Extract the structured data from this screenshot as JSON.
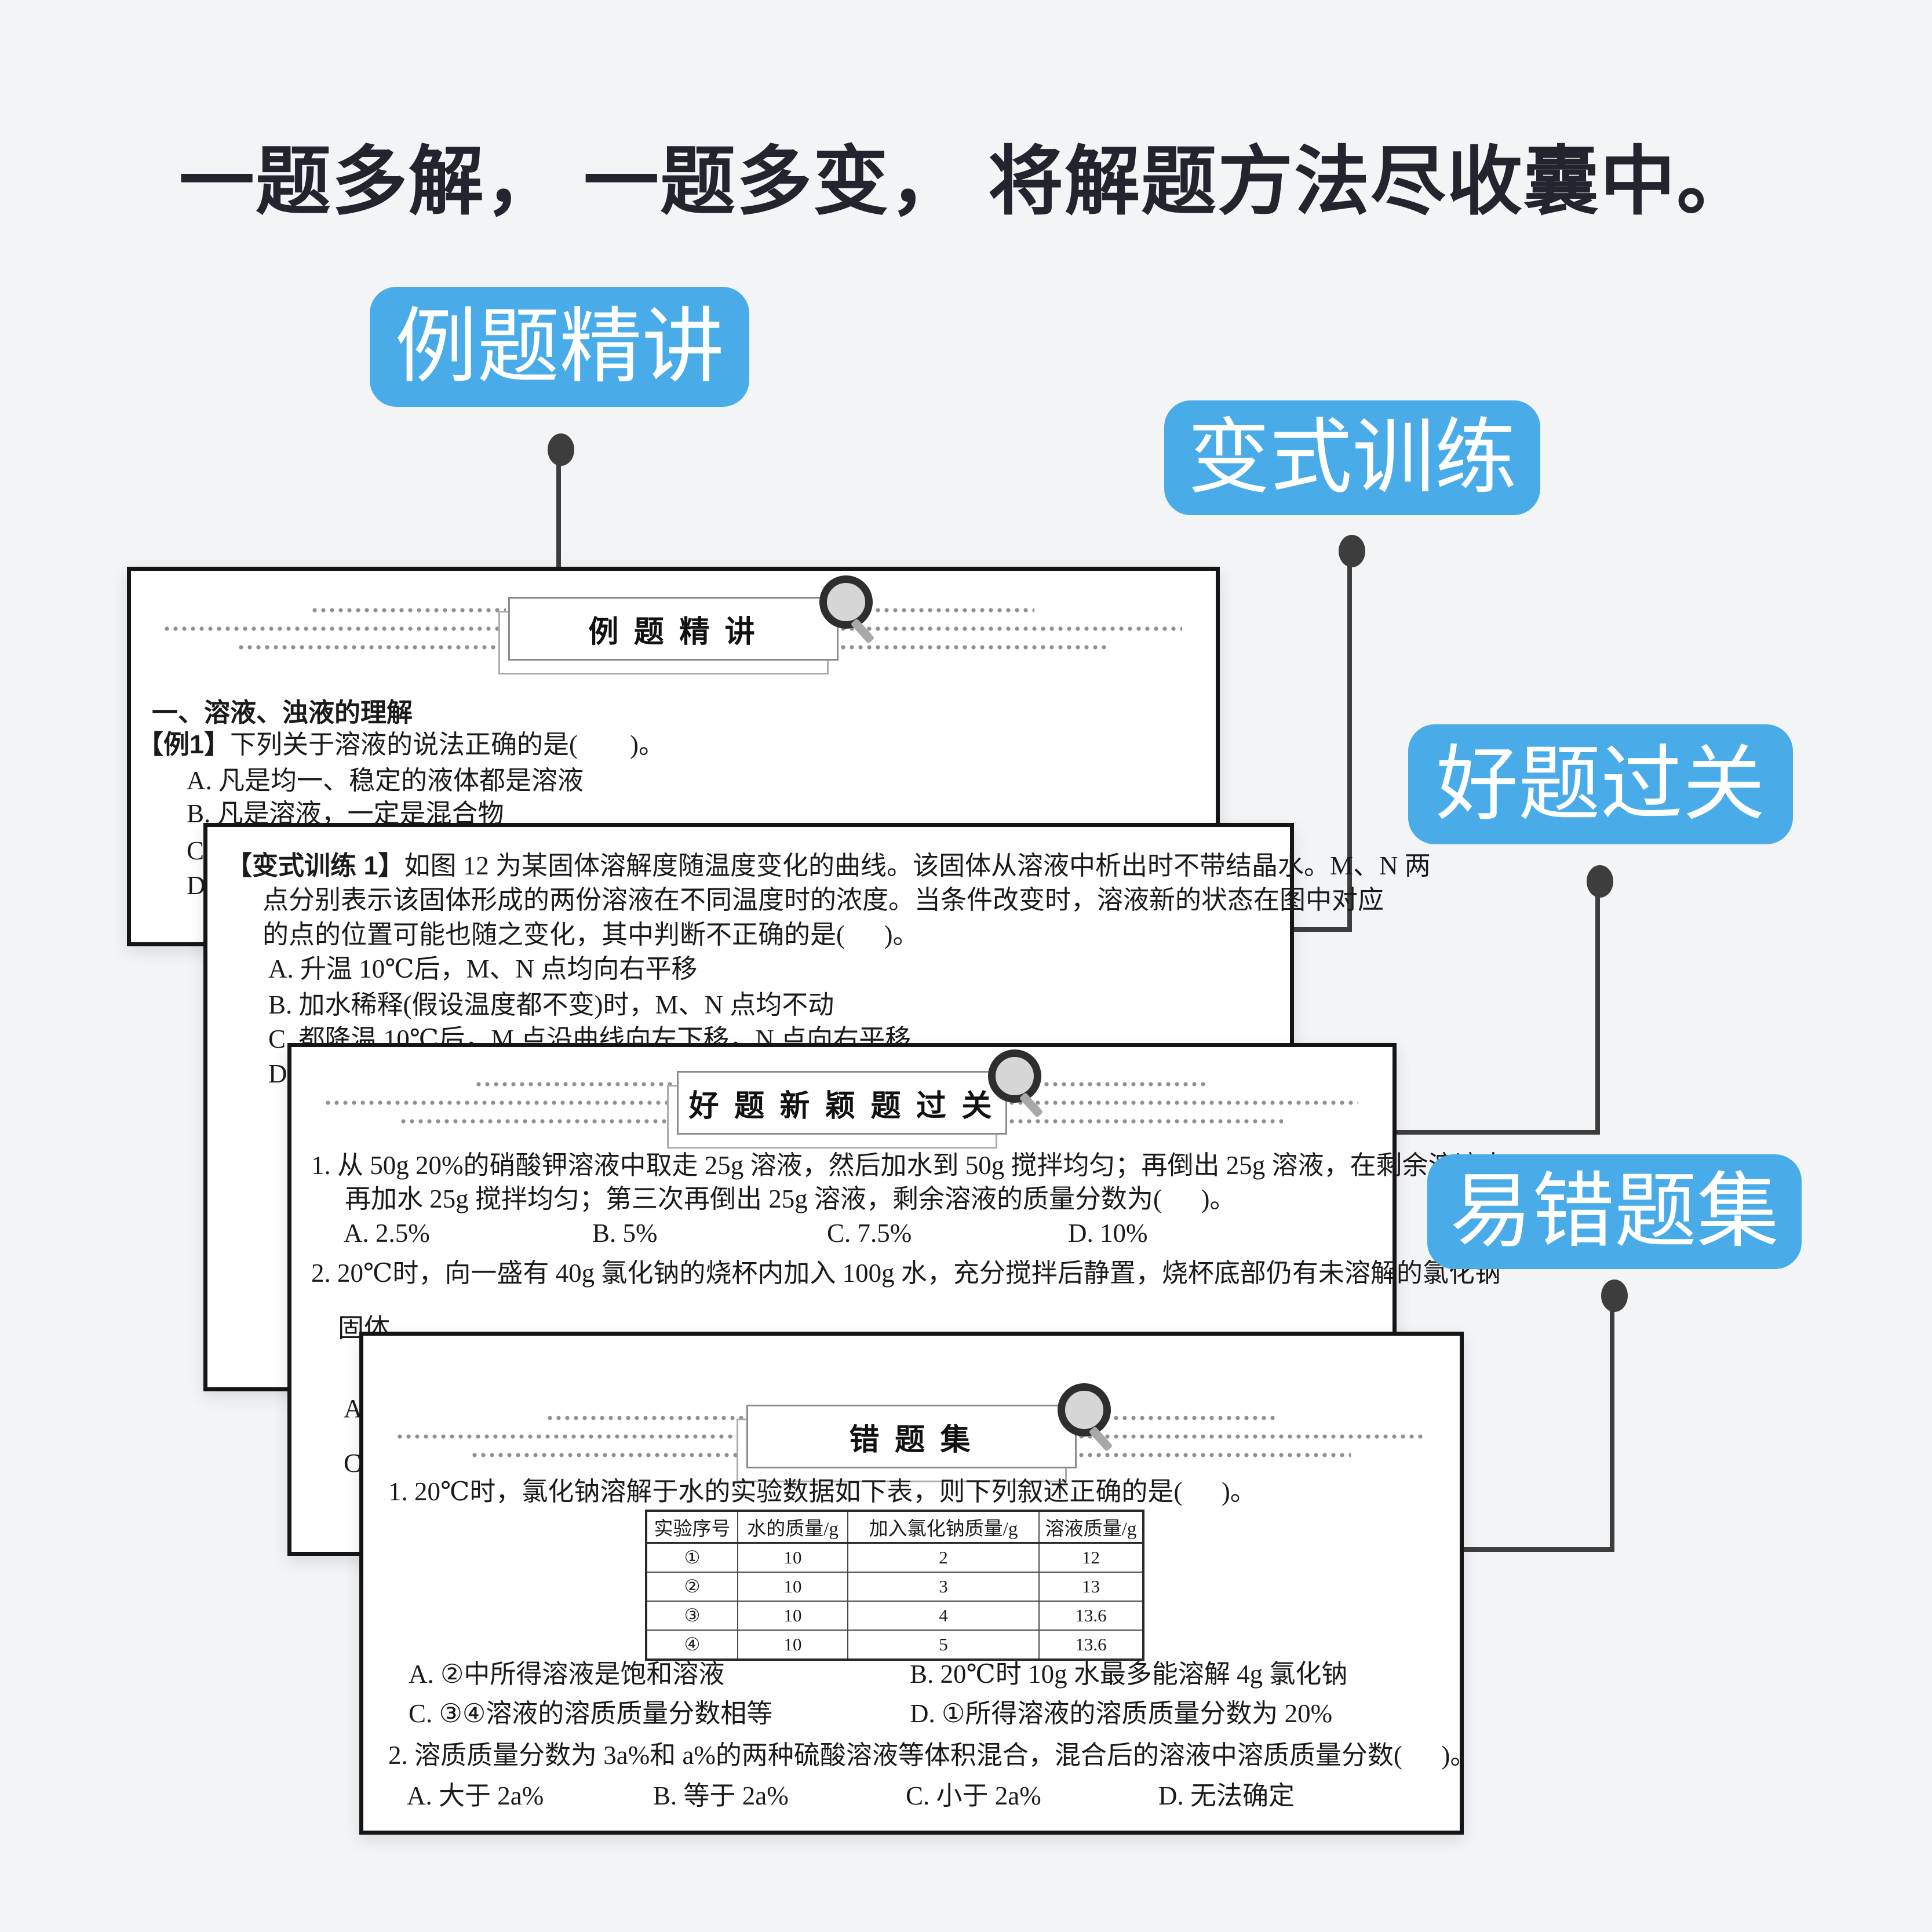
{
  "page": {
    "title": "一题多解， 一题多变， 将解题方法尽收囊中。"
  },
  "colors": {
    "background": "#f2f4f6",
    "accent_blue": "#49ace9",
    "connector_dark": "#3d3d3d",
    "card_border": "#151515",
    "text": "#1a1a1a"
  },
  "labels": {
    "l1": "例题精讲",
    "l2": "变式训练",
    "l3": "好题过关",
    "l4": "易错题集"
  },
  "card1": {
    "header_title": "例 题 精 讲",
    "section_heading": "一、溶液、浊液的理解",
    "q1_prefix": "【例1】",
    "q1_text": "下列关于溶液的说法正确的是(        )。",
    "opt_a": "A. 凡是均一、稳定的液体都是溶液",
    "opt_b": "B. 凡是溶液，一定是混合物",
    "opt_c": "C.",
    "opt_d": "D."
  },
  "card2": {
    "l1_prefix": "【变式训练 1】",
    "l1_text": "如图 12 为某固体溶解度随温度变化的曲线。该固体从溶液中析出时不带结晶水。M、N 两",
    "l2": "点分别表示该固体形成的两份溶液在不同温度时的浓度。当条件改变时，溶液新的状态在图中对应",
    "l3": "的点的位置可能也随之变化，其中判断不正确的是(      )。",
    "opt_a": "A. 升温 10℃后，M、N 点均向右平移",
    "opt_b": "B. 加水稀释(假设温度都不变)时，M、N 点均不动",
    "opt_c": "C. 都降温 10℃后，M 点沿曲线向左下移，N 点向右平移",
    "opt_d": "D."
  },
  "card3": {
    "header_title": "好 题 新 颖 题 过 关",
    "q1_l1": "1. 从 50g 20%的硝酸钾溶液中取走 25g 溶液，然后加水到 50g 搅拌均匀；再倒出 25g 溶液，在剩余溶液中",
    "q1_l2": "再加水 25g 搅拌均匀；第三次再倒出 25g 溶液，剩余溶液的质量分数为(      )。",
    "q1_opts": [
      "A. 2.5%",
      "B. 5%",
      "C. 7.5%",
      "D. 10%"
    ],
    "q2_l1": "2. 20℃时，向一盛有 40g 氯化钠的烧杯内加入 100g 水，充分搅拌后静置，烧杯底部仍有未溶解的氯化钠",
    "q2_l2": "固体",
    "q2_opt_a": "A.",
    "q2_opt_c": "C."
  },
  "card4": {
    "header_title": "错 题 集",
    "q1": "1. 20℃时，氯化钠溶解于水的实验数据如下表，则下列叙述正确的是(      )。",
    "table": {
      "headers": [
        "实验序号",
        "水的质量/g",
        "加入氯化钠质量/g",
        "溶液质量/g"
      ],
      "rows": [
        [
          "①",
          "10",
          "2",
          "12"
        ],
        [
          "②",
          "10",
          "3",
          "13"
        ],
        [
          "③",
          "10",
          "4",
          "13.6"
        ],
        [
          "④",
          "10",
          "5",
          "13.6"
        ]
      ]
    },
    "q1_opts": [
      "A. ②中所得溶液是饱和溶液",
      "B. 20℃时 10g 水最多能溶解 4g 氯化钠",
      "C. ③④溶液的溶质质量分数相等",
      "D. ①所得溶液的溶质质量分数为 20%"
    ],
    "q2": "2. 溶质质量分数为 3a%和 a%的两种硫酸溶液等体积混合，混合后的溶液中溶质质量分数(      )。",
    "q2_opts": [
      "A. 大于 2a%",
      "B. 等于 2a%",
      "C. 小于 2a%",
      "D. 无法确定"
    ]
  }
}
